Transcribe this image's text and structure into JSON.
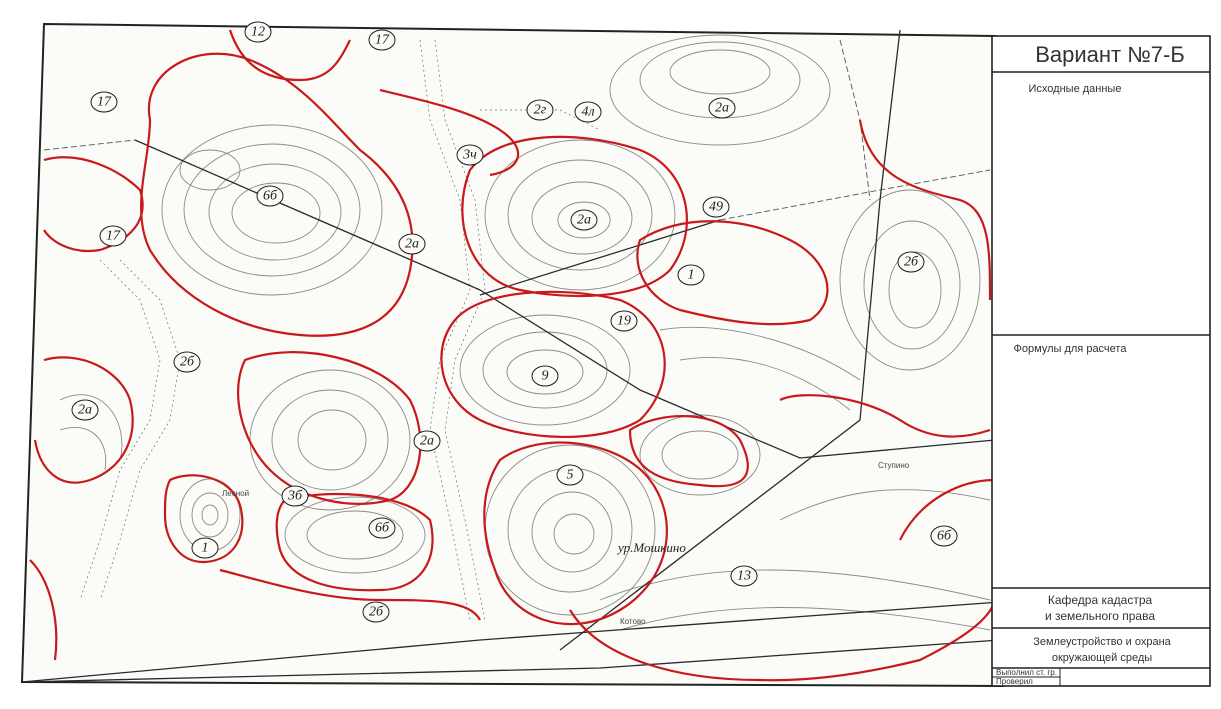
{
  "title_block": {
    "variant": "Вариант №7-Б",
    "source_data_label": "Исходные данные",
    "formulas_label": "Формулы для расчета",
    "department_line1": "Кафедра кадастра",
    "department_line2": "и земельного права",
    "course_line1": "Землеустройство и охрана",
    "course_line2": "окружающей среды",
    "performed_by": "Выполнил ст. гр.",
    "checked_by": "Проверил"
  },
  "place_names": {
    "moshkino": "ур.Мошкино",
    "lesnoy": "Лесной",
    "stupino": "Ступино",
    "kotovo": "Котово"
  },
  "soil_plot_labels": [
    "12",
    "17",
    "17",
    "4л",
    "2а",
    "3ч",
    "17",
    "6б",
    "49",
    "2б",
    "2а",
    "2а",
    "1",
    "2б",
    "19",
    "2а",
    "9",
    "2а",
    "3б",
    "5",
    "6б",
    "2б",
    "6б",
    "13",
    "1",
    "2г"
  ],
  "colors": {
    "boundary_red": "#c8191c",
    "contour_gray": "#7a7a7a",
    "ink": "#1e1e1e"
  }
}
